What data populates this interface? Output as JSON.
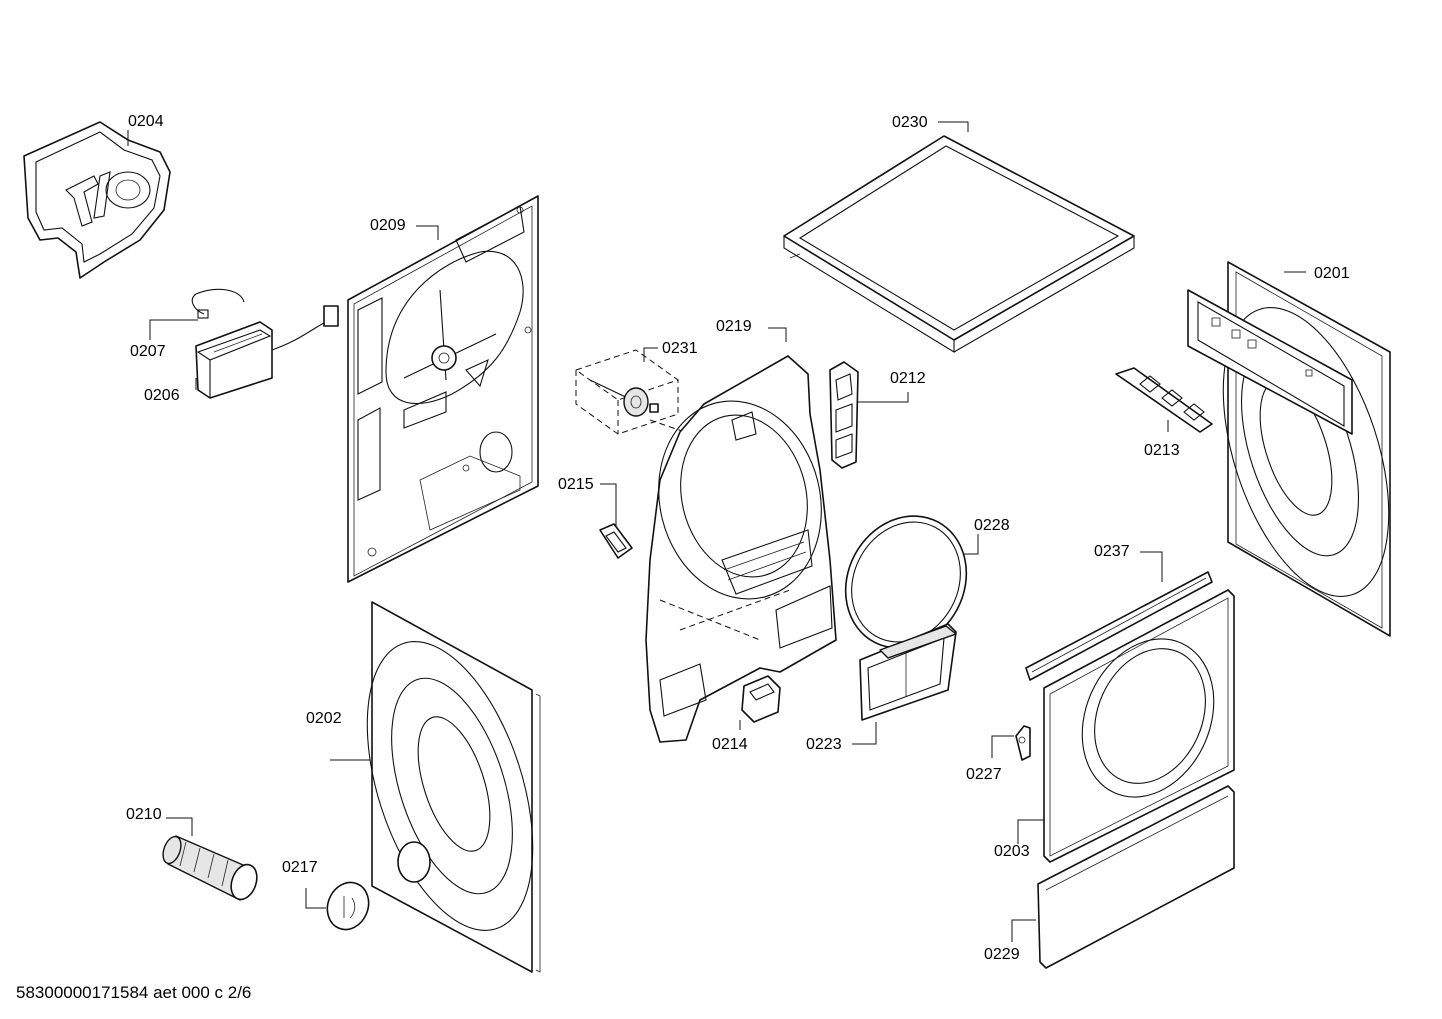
{
  "footer": {
    "doc_code": "58300000171584 aet 000 c 2/6"
  },
  "callouts": {
    "p0201": "0201",
    "p0202": "0202",
    "p0203": "0203",
    "p0204": "0204",
    "p0206": "0206",
    "p0207": "0207",
    "p0209": "0209",
    "p0210": "0210",
    "p0212": "0212",
    "p0213": "0213",
    "p0214": "0214",
    "p0215": "0215",
    "p0217": "0217",
    "p0219": "0219",
    "p0223": "0223",
    "p0227": "0227",
    "p0228": "0228",
    "p0229": "0229",
    "p0230": "0230",
    "p0231": "0231",
    "p0237": "0237"
  }
}
